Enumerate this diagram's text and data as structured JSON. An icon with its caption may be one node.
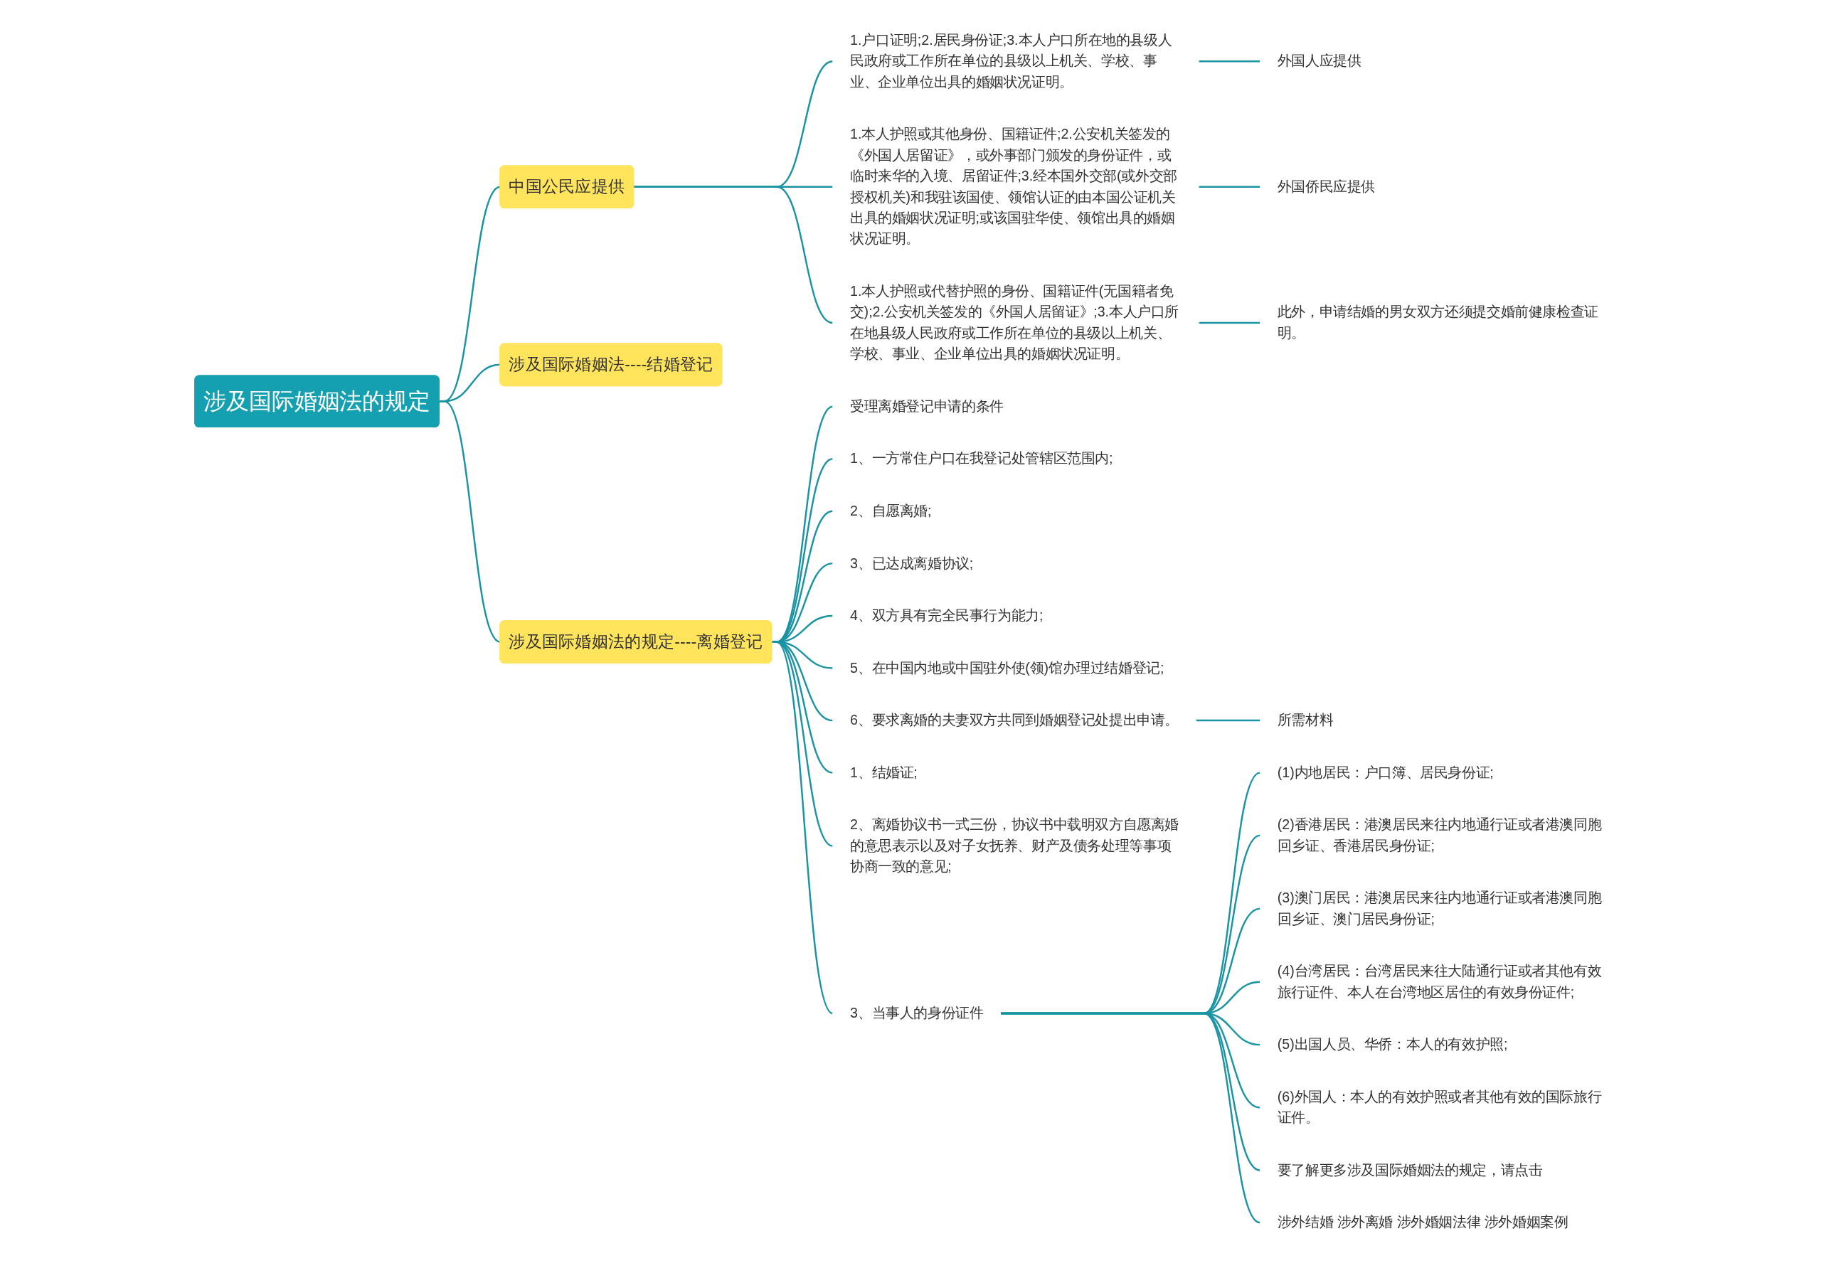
{
  "diagram": {
    "nodes": [
      {
        "text": [
          "涉及国际婚姻法的规定"
        ]
      },
      {
        "text": [
          "中国公民应提供"
        ]
      },
      {
        "text": [
          "1.户口证明;2.居民身份证;3.本人户口所在地的县级人民政府或工作所在单位的县级以上机关、学校、事业、企业单位出具的婚姻状况证明。"
        ]
      },
      {
        "text": [
          "外国人应提供"
        ]
      },
      {
        "text": [
          "1.本人护照或其他身份、国籍证件;2.公安机关签发的《外国人居留证》，或外事部门颁发的身份证件，或临时来华的入境、居留证件;3.经本国外交部(或外交部授权机关)和我驻该国使、领馆认证的由本国公证机关出具的婚姻状况证明;或该国驻华使、领馆出具的婚姻状况证明。"
        ]
      },
      {
        "text": [
          "外国侨民应提供"
        ]
      },
      {
        "text": [
          "1.本人护照或代替护照的身份、国籍证件(无国籍者免交);2.公安机关签发的《外国人居留证》;3.本人户口所在地县级人民政府或工作所在单位的县级以上机关、学校、事业、企业单位出具的婚姻状况证明。"
        ]
      },
      {
        "text": [
          "此外，申请结婚的男女双方还须提交婚前健康检查证明。"
        ]
      },
      {
        "text": [
          "涉及国际婚姻法----结婚登记"
        ]
      },
      {
        "text": [
          "涉及国际婚姻法的规定----离婚登记"
        ]
      },
      {
        "text": [
          "受理离婚登记申请的条件"
        ]
      },
      {
        "text": [
          "1、一方常住户口在我登记处管辖区范围内;"
        ]
      },
      {
        "text": [
          "2、自愿离婚;"
        ]
      },
      {
        "text": [
          "3、已达成离婚协议;"
        ]
      },
      {
        "text": [
          "4、双方具有完全民事行为能力;"
        ]
      },
      {
        "text": [
          "5、在中国内地或中国驻外使(领)馆办理过结婚登记;"
        ]
      },
      {
        "text": [
          "6、要求离婚的夫妻双方共同到婚姻登记处提出申请。"
        ]
      },
      {
        "text": [
          "所需材料"
        ]
      },
      {
        "text": [
          "1、结婚证;"
        ]
      },
      {
        "text": [
          "2、离婚协议书一式三份，协议书中载明双方自愿离婚的意思表示以及对子女抚养、财产及债务处理等事项协商一致的意见;"
        ]
      },
      {
        "text": [
          "3、当事人的身份证件"
        ]
      },
      {
        "text": [
          "(1)内地居民：户口簿、居民身份证;"
        ]
      },
      {
        "text": [
          "(2)香港居民：港澳居民来往内地通行证或者港澳同胞回乡证、香港居民身份证;"
        ]
      },
      {
        "text": [
          "(3)澳门居民：港澳居民来往内地通行证或者港澳同胞回乡证、澳门居民身份证;"
        ]
      },
      {
        "text": [
          "(4)台湾居民：台湾居民来往大陆通行证或者其他有效旅行证件、本人在台湾地区居住的有效身份证件;"
        ]
      },
      {
        "text": [
          "(5)出国人员、华侨：本人的有效护照;"
        ]
      },
      {
        "text": [
          "(6)外国人：本人的有效护照或者其他有效的国际旅行证件。"
        ]
      },
      {
        "text": [
          "要了解更多涉及国际婚姻法的规定，请点击"
        ]
      },
      {
        "text": [
          "涉外结婚 涉外离婚 涉外婚姻法律 涉外婚姻案例"
        ]
      }
    ],
    "edges": [
      {
        "from": 0,
        "to": 1,
        "arrow": "none"
      },
      {
        "from": 1,
        "to": 2,
        "arrow": "none"
      },
      {
        "from": 2,
        "to": 3,
        "arrow": "none"
      },
      {
        "from": 1,
        "to": 4,
        "arrow": "none"
      },
      {
        "from": 4,
        "to": 5,
        "arrow": "none"
      },
      {
        "from": 1,
        "to": 6,
        "arrow": "none"
      },
      {
        "from": 6,
        "to": 7,
        "arrow": "none"
      },
      {
        "from": 0,
        "to": 8,
        "arrow": "none"
      },
      {
        "from": 0,
        "to": 9,
        "arrow": "none"
      },
      {
        "from": 9,
        "to": 10,
        "arrow": "none"
      },
      {
        "from": 9,
        "to": 11,
        "arrow": "none"
      },
      {
        "from": 9,
        "to": 12,
        "arrow": "none"
      },
      {
        "from": 9,
        "to": 13,
        "arrow": "none"
      },
      {
        "from": 9,
        "to": 14,
        "arrow": "none"
      },
      {
        "from": 9,
        "to": 15,
        "arrow": "none"
      },
      {
        "from": 9,
        "to": 16,
        "arrow": "none"
      },
      {
        "from": 16,
        "to": 17,
        "arrow": "none"
      },
      {
        "from": 9,
        "to": 18,
        "arrow": "none"
      },
      {
        "from": 9,
        "to": 19,
        "arrow": "none"
      },
      {
        "from": 9,
        "to": 20,
        "arrow": "none"
      },
      {
        "from": 20,
        "to": 21,
        "arrow": "none"
      },
      {
        "from": 20,
        "to": 22,
        "arrow": "none"
      },
      {
        "from": 20,
        "to": 23,
        "arrow": "none"
      },
      {
        "from": 20,
        "to": 24,
        "arrow": "none"
      },
      {
        "from": 20,
        "to": 25,
        "arrow": "none"
      },
      {
        "from": 20,
        "to": 26,
        "arrow": "none"
      },
      {
        "from": 20,
        "to": 27,
        "arrow": "none"
      },
      {
        "from": 20,
        "to": 28,
        "arrow": "none"
      }
    ]
  }
}
